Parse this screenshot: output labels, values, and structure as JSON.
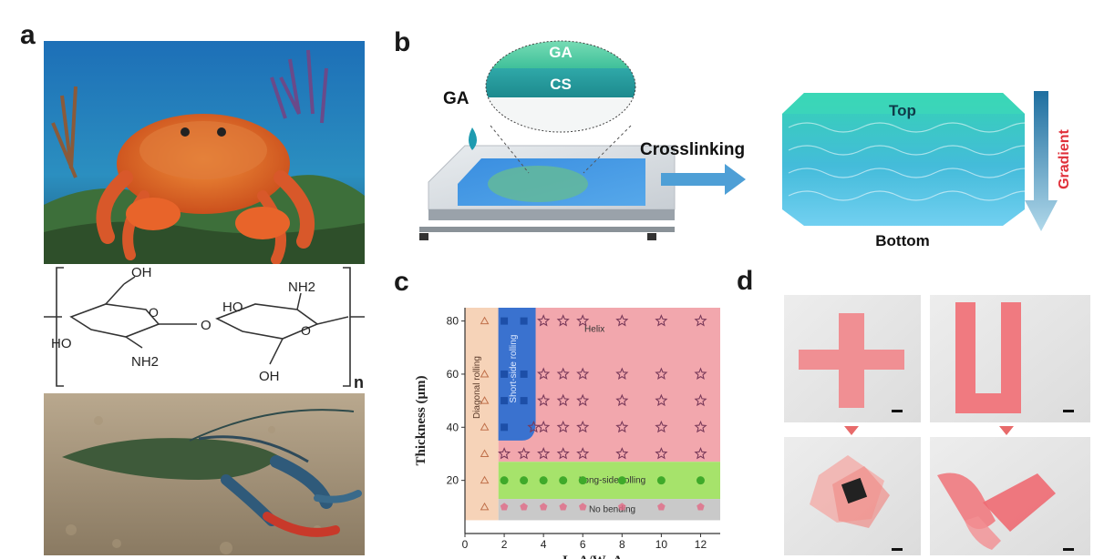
{
  "panels": {
    "a": "a",
    "b": "b",
    "c": "c",
    "d": "d"
  },
  "panel_b": {
    "drop_label": "GA",
    "layer_top": "GA",
    "layer_bottom": "CS",
    "arrow_label": "Crosslinking",
    "block_top": "Top",
    "block_bottom": "Bottom",
    "gradient_label": "Gradient"
  },
  "structure": {
    "oh_top_left": "OH",
    "ho_left": "HO",
    "nh2_bottom_left": "NH2",
    "o_bridge": "O",
    "ho_mid": "HO",
    "nh2_top_right": "NH2",
    "oh_bottom_right": "OH",
    "ring_o_left": "O",
    "ring_o_right": "O",
    "repeat_n": "n"
  },
  "colors": {
    "helix": "#f2a7ad",
    "long_side": "#a6e36b",
    "no_bending": "#c9c9c9",
    "diagonal": "#f6d3b8",
    "short_side": "#2f6fd1",
    "star": "#7a3a5a",
    "circle": "#3faa2a",
    "pentagon": "#e26a86"
  },
  "chart_data": {
    "type": "scatter",
    "xlabel": "L_A/W_A",
    "ylabel": "Thickness (μm)",
    "xlim": [
      0,
      13
    ],
    "ylim": [
      0,
      85
    ],
    "x_ticks": [
      "0",
      "2",
      "4",
      "6",
      "8",
      "10",
      "12"
    ],
    "y_ticks": [
      "20",
      "40",
      "60",
      "80"
    ],
    "regions": [
      {
        "name": "Helix",
        "label": "Helix"
      },
      {
        "name": "Short-side rolling",
        "label": "Short-side rolling"
      },
      {
        "name": "Diagonal rolling",
        "label": "Diagonal rolling"
      },
      {
        "name": "Long-side rolling",
        "label": "Long-side rolling"
      },
      {
        "name": "No bending",
        "label": "No bending"
      }
    ],
    "series": [
      {
        "name": "Diagonal rolling",
        "marker": "triangle",
        "points": [
          [
            1,
            80
          ],
          [
            1,
            60
          ],
          [
            1,
            50
          ],
          [
            1,
            40
          ],
          [
            1,
            30
          ],
          [
            1,
            20
          ],
          [
            1,
            10
          ]
        ]
      },
      {
        "name": "Short-side rolling",
        "marker": "square",
        "points": [
          [
            2,
            80
          ],
          [
            2,
            60
          ],
          [
            2,
            50
          ],
          [
            2,
            40
          ],
          [
            3,
            80
          ],
          [
            3,
            60
          ],
          [
            3,
            50
          ]
        ]
      },
      {
        "name": "Helix",
        "marker": "star",
        "points": [
          [
            4,
            80
          ],
          [
            5,
            80
          ],
          [
            6,
            80
          ],
          [
            8,
            80
          ],
          [
            10,
            80
          ],
          [
            12,
            80
          ],
          [
            4,
            60
          ],
          [
            5,
            60
          ],
          [
            6,
            60
          ],
          [
            8,
            60
          ],
          [
            10,
            60
          ],
          [
            12,
            60
          ],
          [
            4,
            50
          ],
          [
            5,
            50
          ],
          [
            6,
            50
          ],
          [
            8,
            50
          ],
          [
            10,
            50
          ],
          [
            12,
            50
          ],
          [
            3.5,
            40
          ],
          [
            4,
            40
          ],
          [
            5,
            40
          ],
          [
            6,
            40
          ],
          [
            8,
            40
          ],
          [
            10,
            40
          ],
          [
            12,
            40
          ],
          [
            2,
            30
          ],
          [
            3,
            30
          ],
          [
            4,
            30
          ],
          [
            5,
            30
          ],
          [
            6,
            30
          ],
          [
            8,
            30
          ],
          [
            10,
            30
          ],
          [
            12,
            30
          ]
        ]
      },
      {
        "name": "Long-side rolling",
        "marker": "circle",
        "points": [
          [
            2,
            20
          ],
          [
            3,
            20
          ],
          [
            4,
            20
          ],
          [
            5,
            20
          ],
          [
            6,
            20
          ],
          [
            8,
            20
          ],
          [
            10,
            20
          ],
          [
            12,
            20
          ]
        ]
      },
      {
        "name": "No bending",
        "marker": "pentagon",
        "points": [
          [
            2,
            10
          ],
          [
            3,
            10
          ],
          [
            4,
            10
          ],
          [
            5,
            10
          ],
          [
            6,
            10
          ],
          [
            8,
            10
          ],
          [
            10,
            10
          ],
          [
            12,
            10
          ]
        ]
      }
    ]
  }
}
